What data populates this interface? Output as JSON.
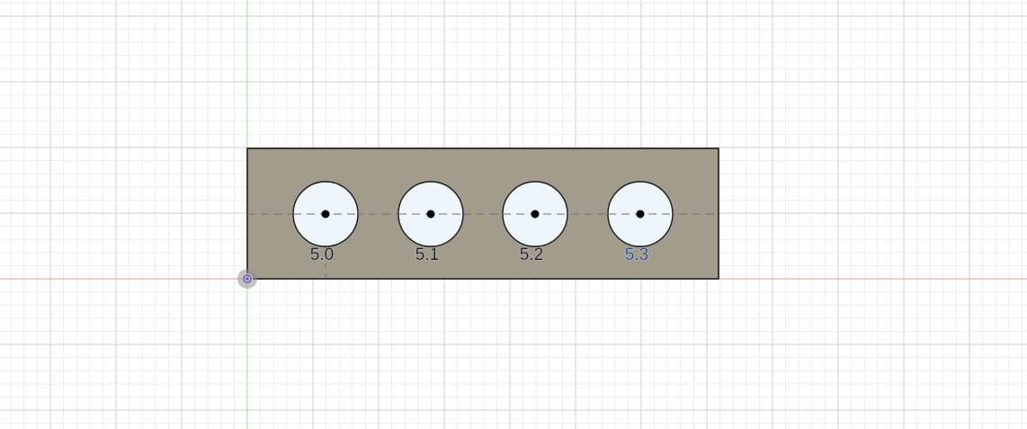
{
  "sketch": {
    "hole_labels": [
      "5.0",
      "5.1",
      "5.2",
      "5.3"
    ],
    "hole_label_colors": [
      "#1a1a1a",
      "#1a1a1a",
      "#1a1a1a",
      "#2a4f86"
    ]
  },
  "colors": {
    "background": "#ffffff",
    "grid_minor": "#eaeaea",
    "grid_major": "#cfcfcf",
    "x_axis": "#f29a9a",
    "y_axis": "#9be19b",
    "profile_fill": "#a29c8d",
    "profile_edge": "#1a1a1a",
    "hole_fill": "#eef6fc",
    "centerline": "#6f6f6f",
    "origin": "#6a4fa0"
  },
  "icons": {
    "origin": "origin-point-icon"
  }
}
